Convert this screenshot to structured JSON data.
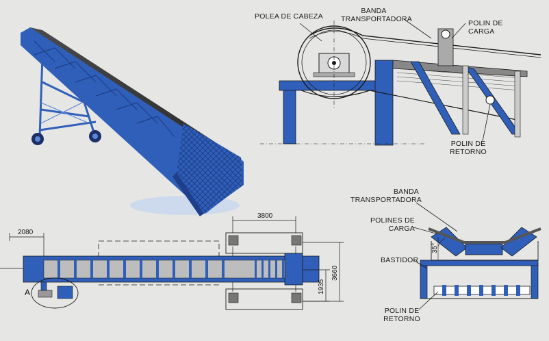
{
  "colors": {
    "structure_blue": "#2f5fb8",
    "dark_blue": "#1f3f8a",
    "belt_gray": "#7c7c7c",
    "line": "#1a1a1a",
    "background": "#e6e6e4"
  },
  "top_right_section": {
    "polea_de_cabeza": "POLEA DE CABEZA",
    "banda_transportadora": "BANDA TRANSPORTADORA",
    "polin_de_carga": "POLIN DE CARGA",
    "polin_de_retorno": "POLIN DE RETORNO"
  },
  "cross_section": {
    "banda_transportadora": "BANDA TRANSPORTADORA",
    "polines_de_carga": "POLINES DE CARGA",
    "bastidor": "BASTIDOR",
    "polin_de_retorno": "POLIN DE RETORNO",
    "angle": "35°"
  },
  "plan_view": {
    "dim_2080": "2080",
    "dim_3800": "3800",
    "dim_1935": "1935",
    "dim_3660": "3660",
    "detail_label": "A"
  }
}
